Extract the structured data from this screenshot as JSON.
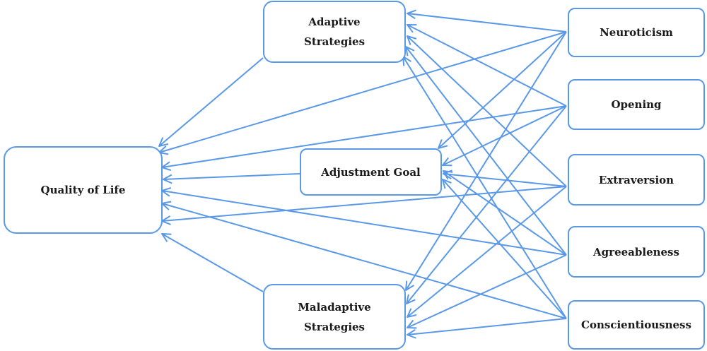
{
  "colors": {
    "stroke": "#5a98e8",
    "text": "#1a1a1a",
    "background": "#ffffff"
  },
  "nodes": {
    "quality_of_life": "Quality of Life",
    "adaptive_strategies": "Adaptive\nStrategies",
    "adjustment_goal": "Adjustment Goal",
    "maladaptive_strategies": "Maladaptive\nStrategies",
    "neuroticism": "Neuroticism",
    "opening": "Opening",
    "extraversion": "Extraversion",
    "agreeableness": "Agreeableness",
    "conscientiousness": "Conscientiousness"
  },
  "edges": [
    {
      "from": "adaptive_strategies",
      "to": "quality_of_life"
    },
    {
      "from": "adjustment_goal",
      "to": "quality_of_life"
    },
    {
      "from": "maladaptive_strategies",
      "to": "quality_of_life"
    },
    {
      "from": "neuroticism",
      "to": "quality_of_life"
    },
    {
      "from": "opening",
      "to": "quality_of_life"
    },
    {
      "from": "extraversion",
      "to": "quality_of_life"
    },
    {
      "from": "agreeableness",
      "to": "quality_of_life"
    },
    {
      "from": "conscientiousness",
      "to": "quality_of_life"
    },
    {
      "from": "neuroticism",
      "to": "adaptive_strategies"
    },
    {
      "from": "opening",
      "to": "adaptive_strategies"
    },
    {
      "from": "extraversion",
      "to": "adaptive_strategies"
    },
    {
      "from": "agreeableness",
      "to": "adaptive_strategies"
    },
    {
      "from": "conscientiousness",
      "to": "adaptive_strategies"
    },
    {
      "from": "neuroticism",
      "to": "adjustment_goal"
    },
    {
      "from": "opening",
      "to": "adjustment_goal"
    },
    {
      "from": "extraversion",
      "to": "adjustment_goal"
    },
    {
      "from": "agreeableness",
      "to": "adjustment_goal"
    },
    {
      "from": "conscientiousness",
      "to": "adjustment_goal"
    },
    {
      "from": "neuroticism",
      "to": "maladaptive_strategies"
    },
    {
      "from": "opening",
      "to": "maladaptive_strategies"
    },
    {
      "from": "extraversion",
      "to": "maladaptive_strategies"
    },
    {
      "from": "agreeableness",
      "to": "maladaptive_strategies"
    },
    {
      "from": "conscientiousness",
      "to": "maladaptive_strategies"
    }
  ]
}
